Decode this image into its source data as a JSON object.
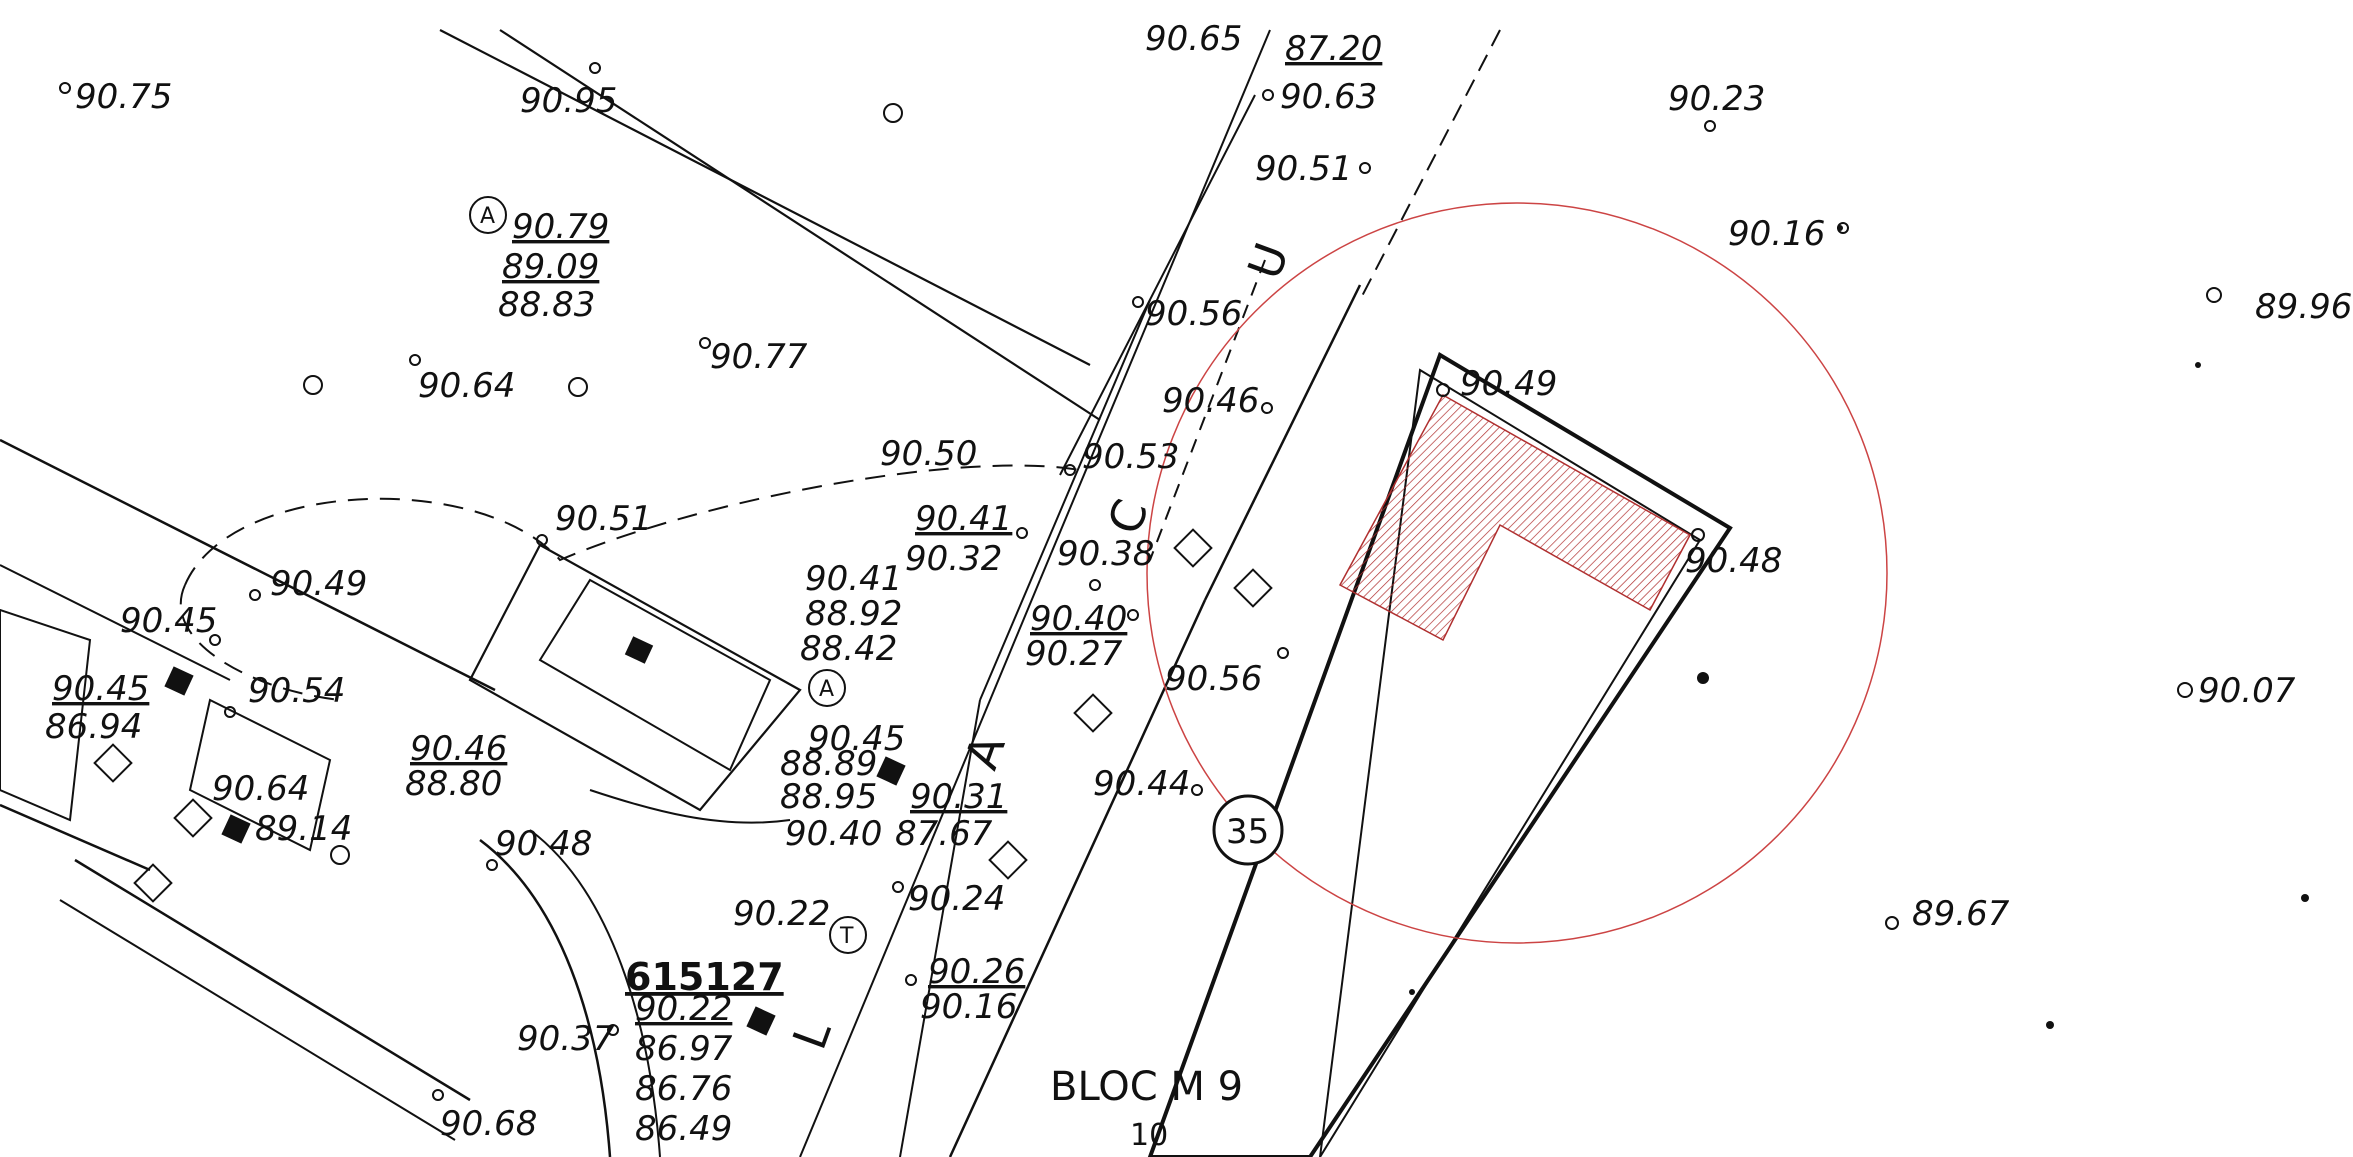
{
  "map": {
    "elevations": {
      "e1": "90.75",
      "e2": "90.95",
      "e3": "90.65",
      "e4": "87.20",
      "e5": "90.63",
      "e6": "90.23",
      "e7": "90.51",
      "e8": "90.16",
      "e9": "89.96",
      "e10": "90.79",
      "e11": "89.09",
      "e12": "88.83",
      "e13": "90.77",
      "e14": "90.64",
      "e15": "90.56",
      "e16": "90.46",
      "e17": "90.49",
      "e18": "90.50",
      "e19": "90.53",
      "e20": "90.41",
      "e21": "90.32",
      "e22": "90.51",
      "e23": "90.38",
      "e24": "90.48",
      "e25": "90.49",
      "e26": "90.41",
      "e27": "88.92",
      "e28": "88.42",
      "e29": "90.40",
      "e30": "90.27",
      "e31": "90.45",
      "e32": "90.45",
      "e33": "86.94",
      "e34": "90.54",
      "e35": "90.56",
      "e36": "90.07",
      "e37": "90.46",
      "e38": "88.80",
      "e39": "90.45",
      "e40": "88.89",
      "e41": "88.95",
      "e42": "90.40",
      "e43": "90.31",
      "e44": "87.67",
      "e45": "90.44",
      "e46": "90.64",
      "e47": "89.14",
      "e48": "90.48",
      "e49": "90.22",
      "e50": "90.24",
      "e51": "89.67",
      "e52": "90.26",
      "e53": "90.16",
      "e54": "90.22",
      "e55": "86.97",
      "e56": "86.76",
      "e57": "86.49",
      "e58": "90.37",
      "e59": "90.68"
    },
    "benchmark": "615127",
    "street_letters": [
      "U",
      "C",
      "A",
      "L"
    ],
    "building_label": "BLOC M 9",
    "building_sub": "10",
    "parcel_number": "35",
    "symbols": {
      "a": "A",
      "t": "T"
    }
  }
}
